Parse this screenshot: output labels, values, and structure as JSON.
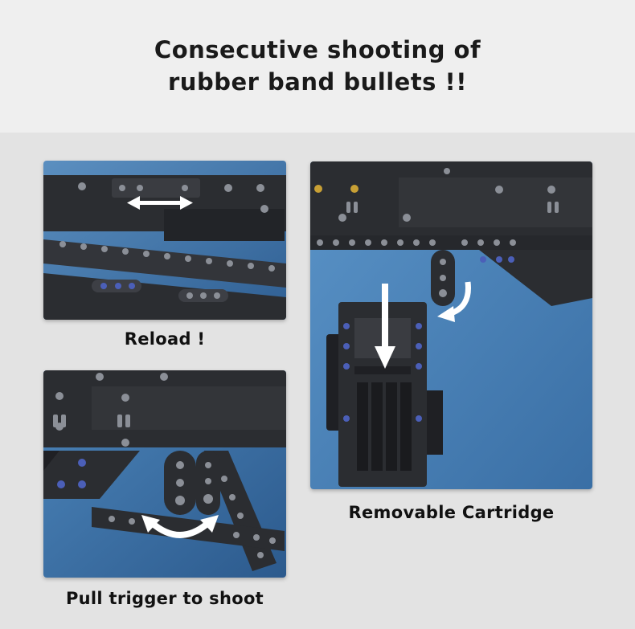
{
  "headline": {
    "line1": "Consecutive shooting of",
    "line2": "rubber band bullets !!"
  },
  "panels": {
    "reload": {
      "caption": "Reload !"
    },
    "trigger": {
      "caption": "Pull trigger to shoot"
    },
    "cartridge": {
      "caption": "Removable Cartridge"
    }
  },
  "colors": {
    "header_bg": "#efefef",
    "page_bg": "#e3e3e3",
    "photo_blue": "#3f78ad",
    "brick_dark": "#2b2d31",
    "pin_blue": "#4b5fb8",
    "arrow": "#ffffff",
    "text": "#111111"
  },
  "icons": [
    "double-arrow-icon",
    "curved-arrow-icon",
    "down-arrow-icon"
  ]
}
